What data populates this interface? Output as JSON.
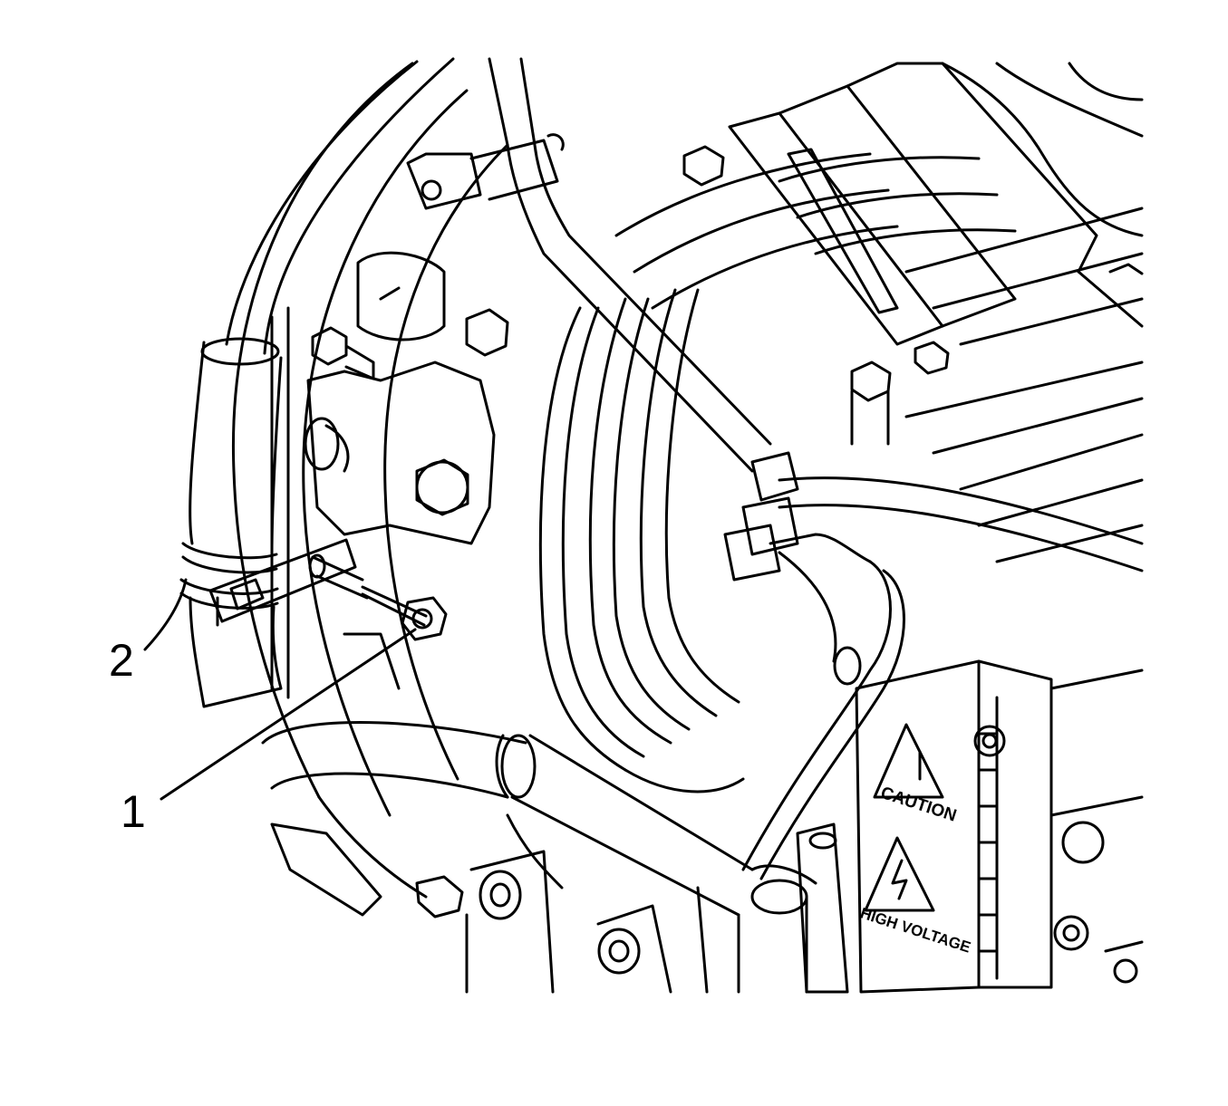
{
  "callouts": [
    {
      "number": "1",
      "target": "nut"
    },
    {
      "number": "2",
      "target": "clamp"
    }
  ],
  "warning_label": {
    "caution_text": "CAUTION",
    "voltage_text": "HIGH VOLTAGE"
  },
  "colors": {
    "line": "#000000",
    "background": "#ffffff"
  }
}
